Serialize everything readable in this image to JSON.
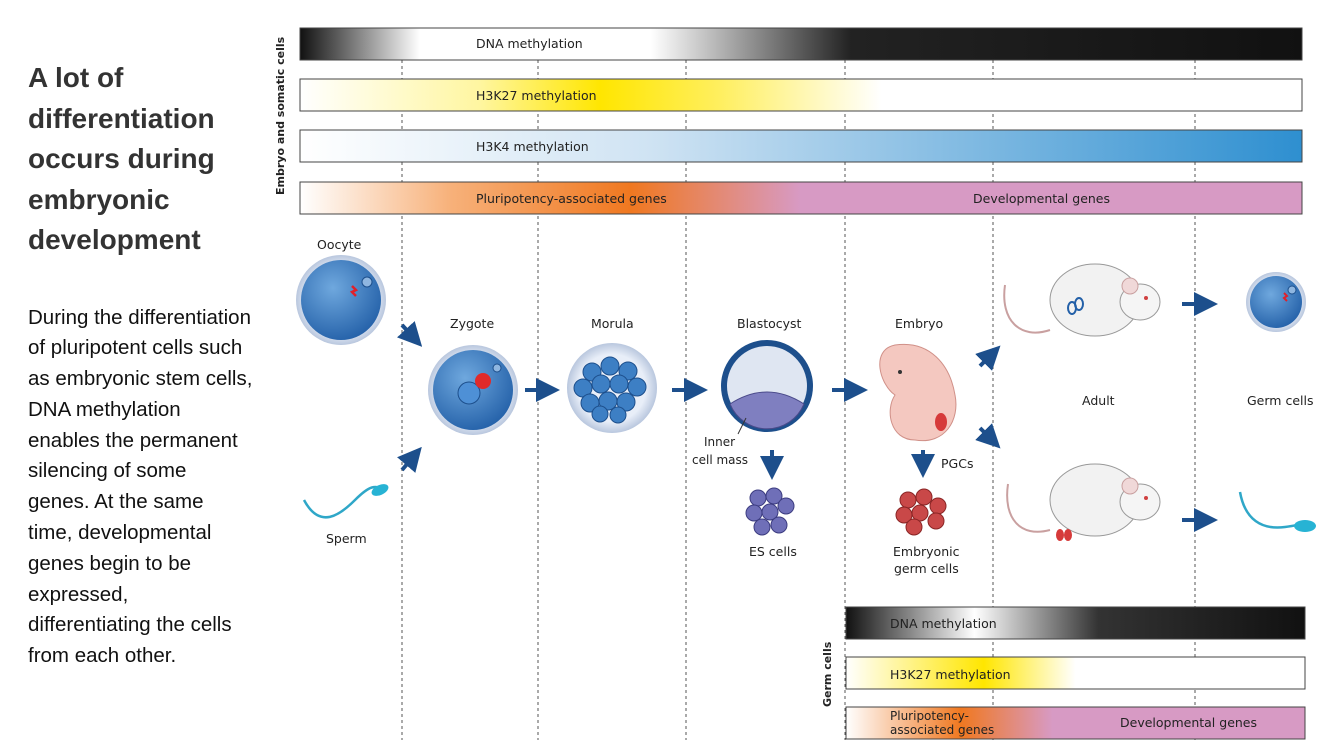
{
  "title": "A lot of differentiation occurs during embryonic development",
  "description": "During the differentiation of pluripotent cells such as embryonic stem cells, DNA methylation enables the permanent silencing of some genes. At the same time, developmental genes begin to be expressed, differentiating the cells from each other.",
  "top_axis_label": "Embryo and somatic cells",
  "germ_axis_label": "Germ cells",
  "top_bars": {
    "dna_methylation": "DNA methylation",
    "h3k27_methylation": "H3K27 methylation",
    "h3k4_methylation": "H3K4 methylation",
    "pluripotency_genes": "Pluripotency-associated genes",
    "developmental_genes": "Developmental genes"
  },
  "germ_bars": {
    "dna_methylation": "DNA methylation",
    "h3k27_methylation": "H3K27 methylation",
    "pluripotency_line1": "Pluripotency-",
    "pluripotency_line2": "associated genes",
    "developmental_genes": "Developmental genes"
  },
  "stages": {
    "oocyte": "Oocyte",
    "sperm": "Sperm",
    "zygote": "Zygote",
    "morula": "Morula",
    "blastocyst": "Blastocyst",
    "inner_cell_mass_line1": "Inner",
    "inner_cell_mass_line2": "cell mass",
    "es_cells": "ES cells",
    "embryo": "Embryo",
    "pgcs": "PGCs",
    "embryonic_germ_line1": "Embryonic",
    "embryonic_germ_line2": "germ cells",
    "adult": "Adult",
    "germ_cells": "Germ cells"
  },
  "colors": {
    "arrow": "#1d4f8c",
    "cell_blue": "#3d7fc4",
    "pink_dev": "#d79ac4",
    "orange": "#f07820",
    "yellow": "#ffe600",
    "blue_bar": "#2e8fd0",
    "red_cell": "#c84040"
  }
}
